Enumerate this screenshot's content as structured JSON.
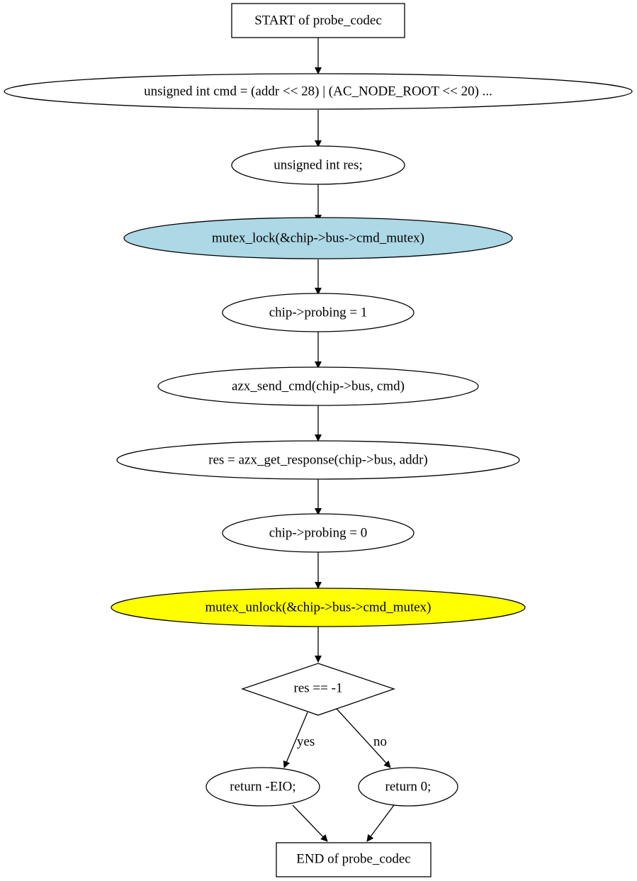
{
  "nodes": {
    "start": "START of probe_codec",
    "cmd_decl": "unsigned int cmd = (addr << 28) | (AC_NODE_ROOT << 20)  ...",
    "res_decl": "unsigned int res;",
    "mutex_lock": "mutex_lock(&chip->bus->cmd_mutex)",
    "probing_on": "chip->probing = 1",
    "send_cmd": "azx_send_cmd(chip->bus, cmd)",
    "get_response": "res = azx_get_response(chip->bus, addr)",
    "probing_off": "chip->probing = 0",
    "mutex_unlock": "mutex_unlock(&chip->bus->cmd_mutex)",
    "decision": "res == -1",
    "return_eio": "return -EIO;",
    "return_zero": "return 0;",
    "end": "END of probe_codec"
  },
  "edges": {
    "yes_label": "yes",
    "no_label": "no"
  },
  "colors": {
    "mutex_lock_fill": "#add8e6",
    "mutex_unlock_fill": "#ffff00",
    "default_fill": "#ffffff"
  }
}
